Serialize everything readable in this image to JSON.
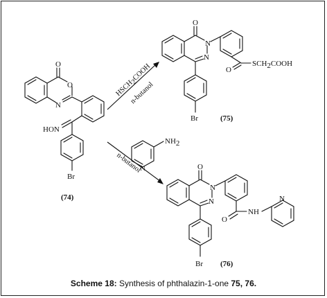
{
  "compounds": {
    "c74": {
      "label": "(74)",
      "oxo": "O",
      "ring_o": "O",
      "ring_n": "N",
      "oxime": "HON",
      "br": "Br"
    },
    "c75": {
      "label": "(75)",
      "oxo": "O",
      "n2": "N",
      "n3": "N",
      "ket_o": "O",
      "chain": "SCH",
      "chain_sub": "2",
      "chain_end": "COOH",
      "br": "Br"
    },
    "c76": {
      "label": "(76)",
      "oxo": "O",
      "n2": "N",
      "n3": "N",
      "amide_o": "O",
      "nh": "NH",
      "py_n": "N",
      "br": "Br"
    }
  },
  "reagents": {
    "top_reagent_pre": "HSCH",
    "top_reagent_sub": "2",
    "top_reagent_post": "COOH",
    "top_solvent": "n-butanol",
    "aminopyridine_n": "N",
    "aminopyridine_nh": "NH",
    "aminopyridine_sub": "2",
    "bottom_solvent": "n-butanol"
  },
  "caption": {
    "prefix": "Scheme 18:",
    "text": " Synthesis of phthalazin-1-one ",
    "numbers": "75, 76."
  }
}
